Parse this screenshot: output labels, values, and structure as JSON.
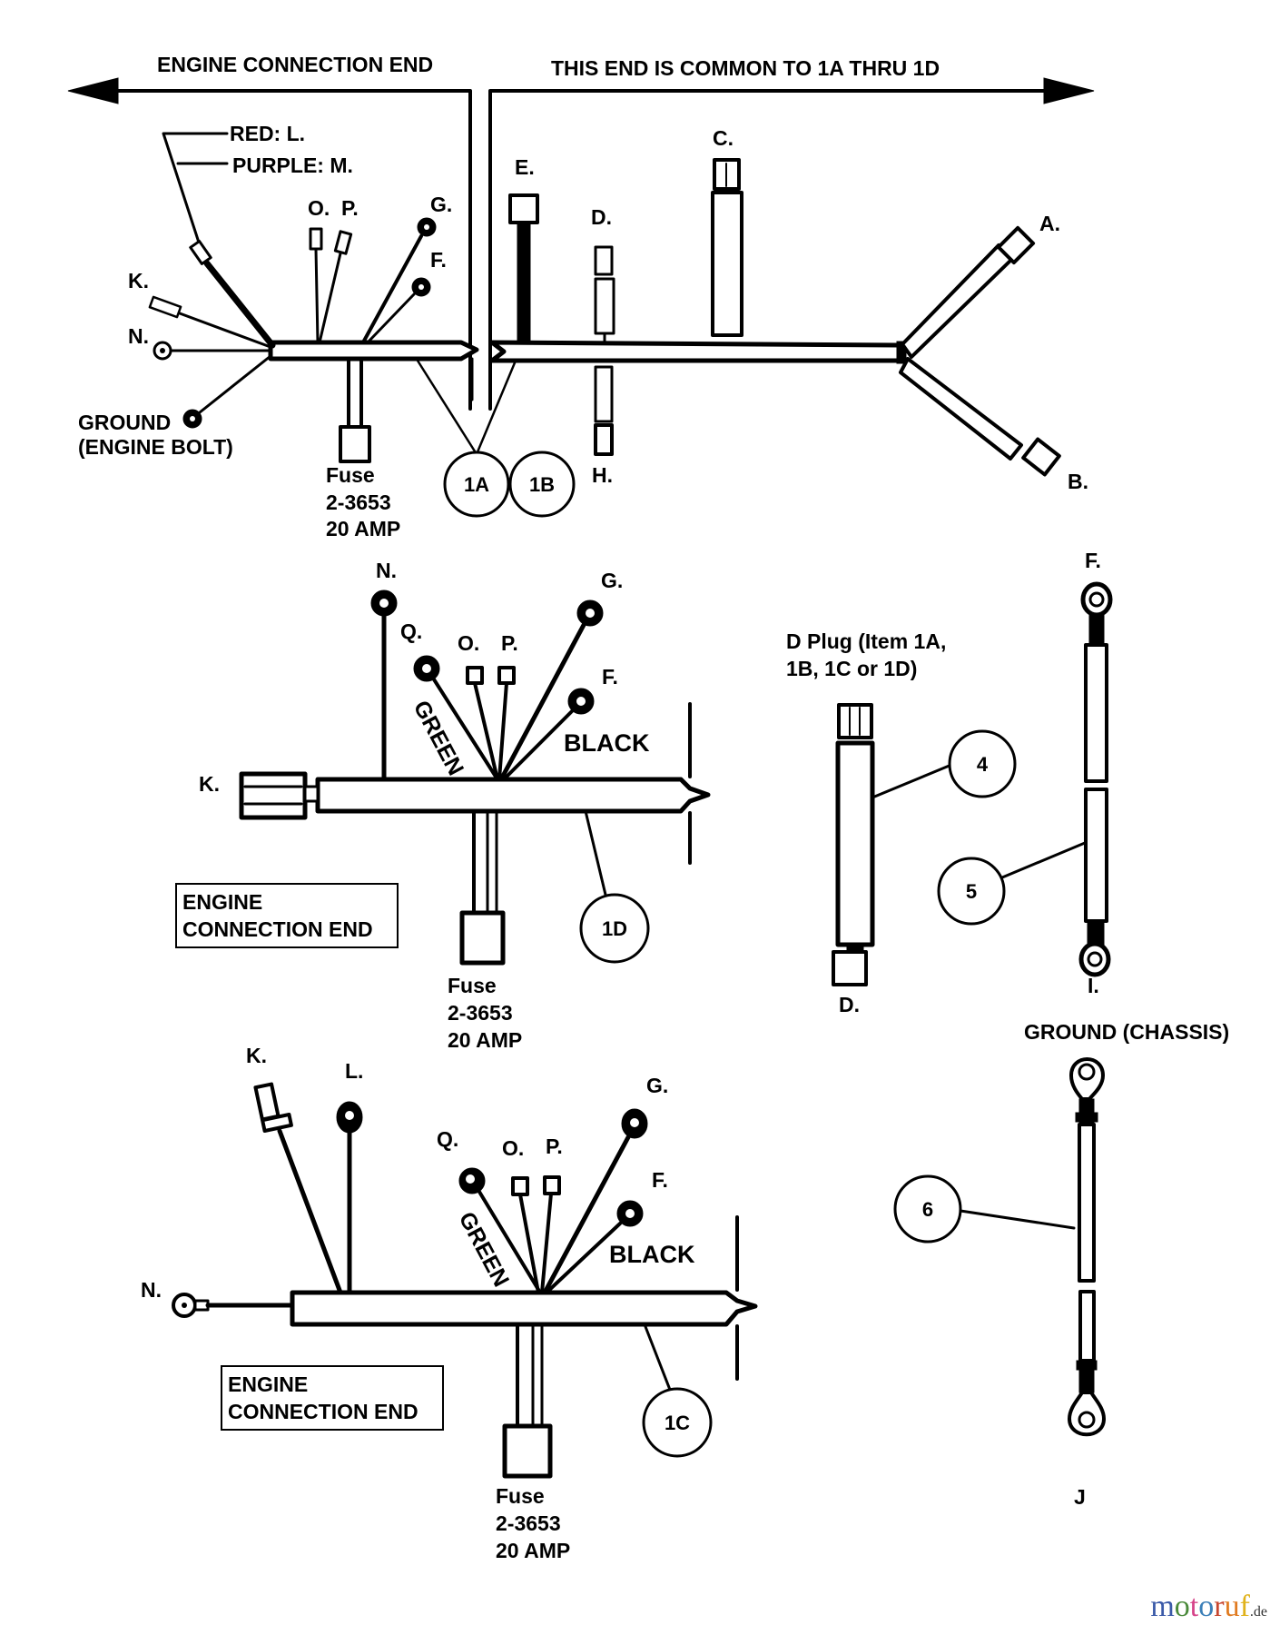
{
  "page": {
    "type": "parts-diagram",
    "subject": "engine wiring harness"
  },
  "headers": {
    "left": "ENGINE CONNECTION END",
    "right": "THIS END IS COMMON TO 1A THRU 1D"
  },
  "harness_1ab": {
    "wire_color_notes": [
      "RED: L.",
      "PURPLE: M."
    ],
    "labels": {
      "K": "K.",
      "N": "N.",
      "O": "O.",
      "P": "P.",
      "G": "G.",
      "F": "F.",
      "E": "E.",
      "D": "D.",
      "C": "C.",
      "A": "A.",
      "B": "B.",
      "H": "H."
    },
    "ground": [
      "GROUND",
      "(ENGINE BOLT)"
    ],
    "fuse": [
      "Fuse",
      "2-3653",
      "20 AMP"
    ],
    "callouts": [
      "1A",
      "1B"
    ]
  },
  "harness_1d": {
    "labels": {
      "N": "N.",
      "Q": "Q.",
      "O": "O.",
      "P": "P.",
      "G": "G.",
      "F": "F.",
      "K": "K."
    },
    "wire_colors": [
      "GREEN",
      "BLACK"
    ],
    "end_box": [
      "ENGINE",
      "CONNECTION END"
    ],
    "fuse": [
      "Fuse",
      "2-3653",
      "20 AMP"
    ],
    "callout": "1D"
  },
  "harness_1c": {
    "labels": {
      "K": "K.",
      "L": "L.",
      "Q": "Q.",
      "O": "O.",
      "P": "P.",
      "G": "G.",
      "F": "F.",
      "N": "N."
    },
    "wire_colors": [
      "GREEN",
      "BLACK"
    ],
    "end_box": [
      "ENGINE",
      "CONNECTION END"
    ],
    "fuse": [
      "Fuse",
      "2-3653",
      "20 AMP"
    ],
    "callout": "1C"
  },
  "d_plug": {
    "caption": [
      "D Plug (Item 1A,",
      "1B, 1C or 1D)"
    ],
    "end_label": "D.",
    "callout": "4"
  },
  "cable_5": {
    "top_label": "F.",
    "bottom_label": "I.",
    "callout": "5"
  },
  "ground_chassis": {
    "caption": "GROUND (CHASSIS)",
    "end_label": "J",
    "callout": "6"
  },
  "watermark": {
    "letters": [
      {
        "ch": "m",
        "color": "#3b5aa8"
      },
      {
        "ch": "o",
        "color": "#4a8a3a"
      },
      {
        "ch": "t",
        "color": "#d6438a"
      },
      {
        "ch": "o",
        "color": "#3b7fb8"
      },
      {
        "ch": "r",
        "color": "#c8462e"
      },
      {
        "ch": "u",
        "color": "#e07a1f"
      },
      {
        "ch": "f",
        "color": "#e0b21a"
      }
    ],
    "suffix": ".de"
  }
}
